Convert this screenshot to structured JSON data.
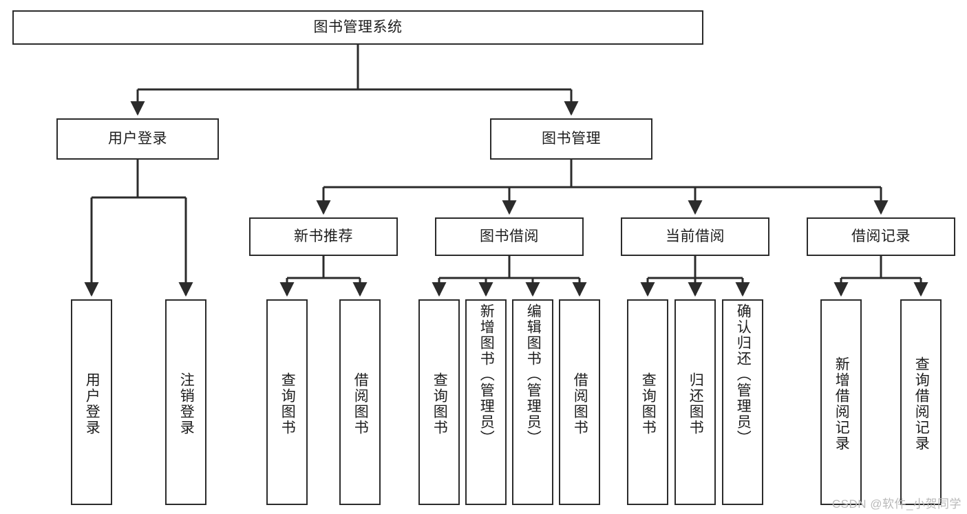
{
  "diagram": {
    "type": "tree-hierarchy-chart",
    "title": "图书管理系统",
    "line_color": "#2b2b2b",
    "box_fill": "#ffffff",
    "text_color": "#1d1d1d",
    "root": {
      "label": "图书管理系统"
    },
    "level2": [
      {
        "label": "用户登录"
      },
      {
        "label": "图书管理"
      }
    ],
    "level3": [
      {
        "label": "新书推荐"
      },
      {
        "label": "图书借阅"
      },
      {
        "label": "当前借阅"
      },
      {
        "label": "借阅记录"
      }
    ],
    "leaves": {
      "user_login": [
        {
          "label": "用户登录"
        },
        {
          "label": "注销登录"
        }
      ],
      "new_book_recommend": [
        {
          "label": "查询图书"
        },
        {
          "label": "借阅图书"
        }
      ],
      "book_borrow": [
        {
          "label": "查询图书"
        },
        {
          "label": "新增图书（管理员）"
        },
        {
          "label": "编辑图书（管理员）"
        },
        {
          "label": "借阅图书"
        }
      ],
      "current_borrow": [
        {
          "label": "查询图书"
        },
        {
          "label": "归还图书"
        },
        {
          "label": "确认归还（管理员）"
        }
      ],
      "borrow_record": [
        {
          "label": "新增借阅记录"
        },
        {
          "label": "查询借阅记录"
        }
      ]
    }
  },
  "watermark": {
    "text": "CSDN @软件_小贺同学",
    "color": "#b9b9b9"
  }
}
